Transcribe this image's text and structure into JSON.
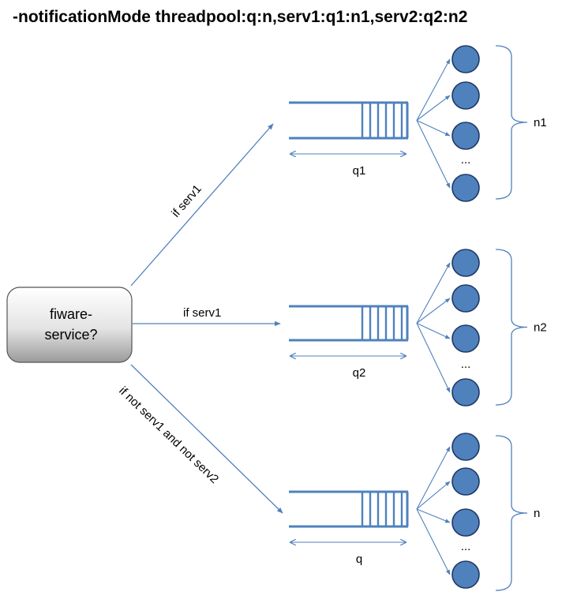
{
  "title": "-notificationMode threadpool:q:n,serv1:q1:n1,serv2:q2:n2",
  "decision_box": {
    "line1": "fiware-",
    "line2": "service?"
  },
  "branches": [
    {
      "label": "if serv1"
    },
    {
      "label": "if serv1"
    },
    {
      "label": "if not serv1 and not serv2"
    }
  ],
  "queues": [
    {
      "label": "q1",
      "workers_label": "n1",
      "ellipsis": "..."
    },
    {
      "label": "q2",
      "workers_label": "n2",
      "ellipsis": "..."
    },
    {
      "label": "q",
      "workers_label": "n",
      "ellipsis": "..."
    }
  ],
  "colors": {
    "line": "#4f81bd",
    "circle_fill": "#4f81bd",
    "circle_stroke": "#1f3864",
    "box_stroke": "#555555"
  }
}
